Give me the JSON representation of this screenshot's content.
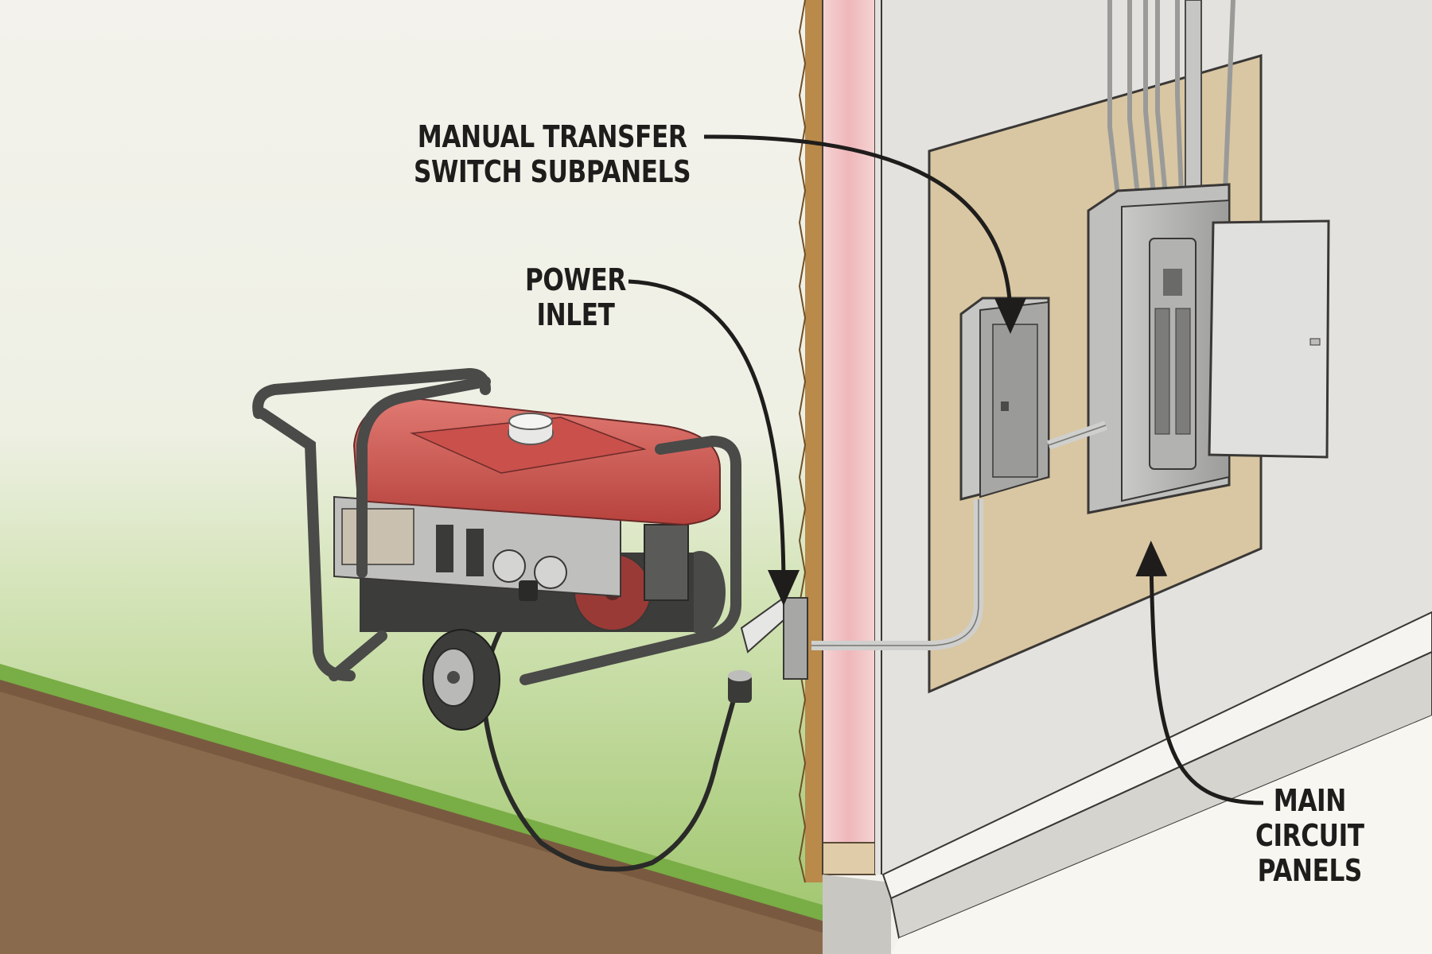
{
  "diagram": {
    "subject": "Portable generator connected through a power inlet to a manual transfer switch subpanel and main circuit panel",
    "colors": {
      "sky": "#f3f2ec",
      "grass": "#8fbe5a",
      "grass_light": "#cfe0b0",
      "soil": "#8a6a4c",
      "insulation": "#f2c4c4",
      "siding": "#b98a4a",
      "wall": "#e3e2de",
      "backboard": "#d9c7a3",
      "panel_gray": "#a9aaa8",
      "generator_red": "#c9544f",
      "frame_dark": "#4a4a48",
      "label_text": "#1f1d1c",
      "arrow": "#1f1d1c"
    },
    "labels": {
      "mts": {
        "line1": "Manual Transfer",
        "line2": "Switch Subpanels"
      },
      "inlet": {
        "line1": "Power",
        "line2": "Inlet"
      },
      "main": {
        "line1": "Main",
        "line2": "Circuit",
        "line3": "Panels"
      }
    },
    "components": [
      "portable-generator",
      "power-cord",
      "power-inlet-box",
      "conduit",
      "transfer-switch-subpanel",
      "main-circuit-panel",
      "plywood-backboard",
      "wall-insulation",
      "exterior-siding",
      "concrete-foundation"
    ]
  }
}
